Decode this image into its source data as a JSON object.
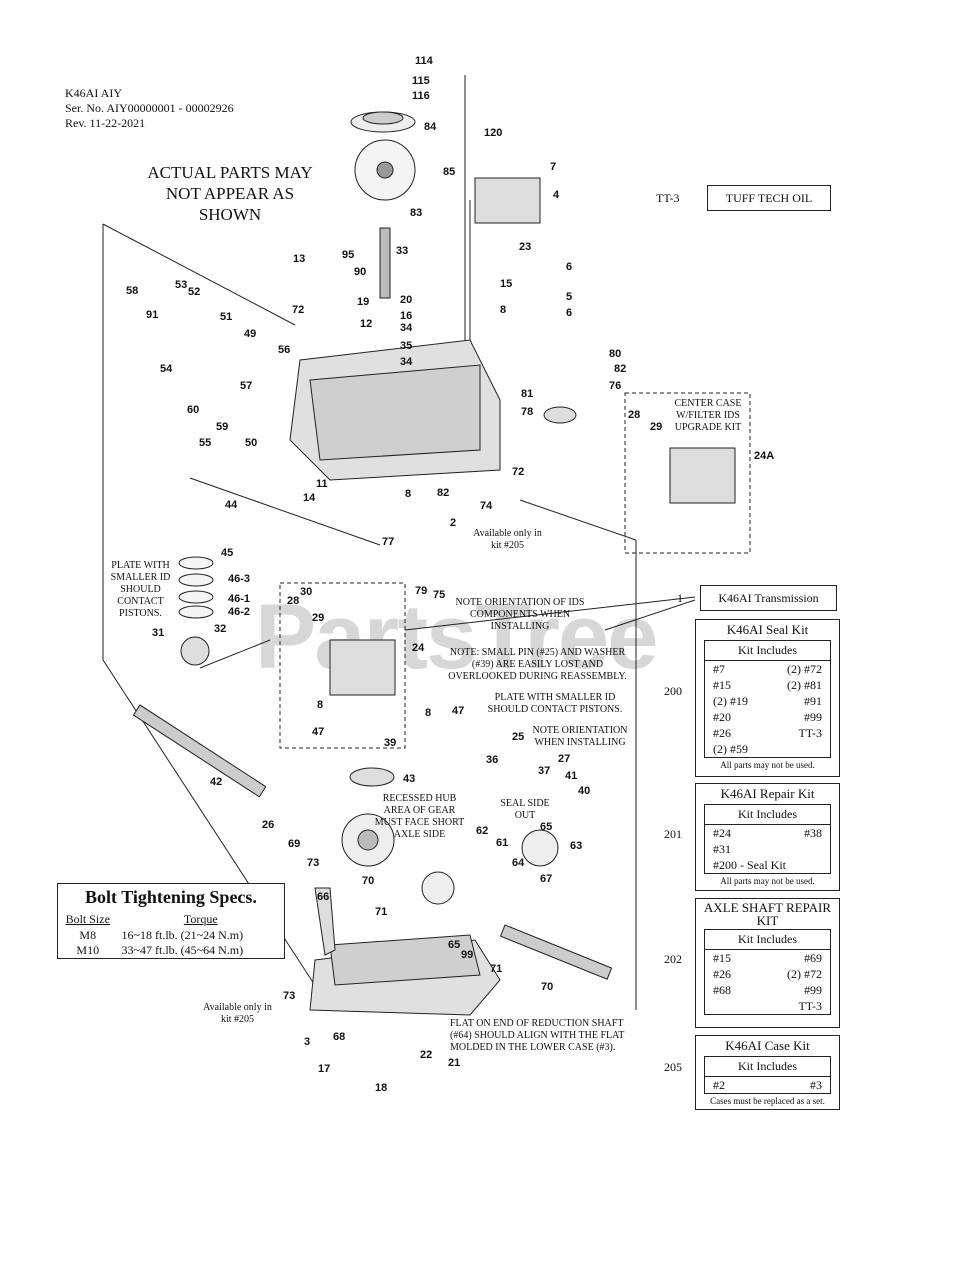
{
  "header": {
    "line1": "K46AI AIY",
    "line2": "Ser. No. AIY00000001 - 00002926",
    "line3": "Rev. 11-22-2021"
  },
  "actual_parts": "ACTUAL PARTS MAY NOT APPEAR AS SHOWN",
  "watermark": "PartsTree",
  "tt3": {
    "ref": "TT-3",
    "label": "TUFF TECH OIL"
  },
  "transmission": {
    "ref": "1",
    "label": "K46AI Transmission"
  },
  "seal_kit": {
    "ref": "200",
    "title": "K46AI Seal Kit",
    "inner_header": "Kit Includes",
    "rows": [
      [
        "#7",
        "(2) #72"
      ],
      [
        "#15",
        "(2) #81"
      ],
      [
        "(2) #19",
        "#91"
      ],
      [
        "#20",
        "#99"
      ],
      [
        "#26",
        "TT-3"
      ],
      [
        "(2) #59",
        ""
      ]
    ],
    "footer": "All parts may not be used."
  },
  "repair_kit": {
    "ref": "201",
    "title": "K46AI Repair Kit",
    "inner_header": "Kit Includes",
    "rows": [
      [
        "#24",
        "#38"
      ],
      [
        "#31",
        ""
      ],
      [
        "#200 - Seal Kit",
        ""
      ]
    ],
    "footer": "All parts may not be used."
  },
  "axle_kit": {
    "ref": "202",
    "title": "AXLE SHAFT REPAIR KIT",
    "inner_header": "Kit Includes",
    "rows": [
      [
        "#15",
        "#69"
      ],
      [
        "#26",
        "(2) #72"
      ],
      [
        "#68",
        "#99"
      ],
      [
        "",
        "TT-3"
      ]
    ]
  },
  "case_kit": {
    "ref": "205",
    "title": "K46AI Case Kit",
    "inner_header": "Kit Includes",
    "rows": [
      [
        "#2",
        "#3"
      ]
    ],
    "footer": "Cases must be replaced as a set."
  },
  "bolt_specs": {
    "title": "Bolt Tightening Specs.",
    "col1": "Bolt Size",
    "col2": "Torque",
    "rows": [
      [
        "M8",
        "16~18 ft.lb. (21~24 N.m)"
      ],
      [
        "M10",
        "33~47 ft.lb. (45~64 N.m)"
      ]
    ]
  },
  "notes": {
    "center_case": "CENTER CASE W/FILTER IDS UPGRADE KIT",
    "ids_orientation": "NOTE ORIENTATION OF IDS COMPONENTS WHEN INSTALLING",
    "small_pin": "NOTE: SMALL PIN (#25) AND WASHER (#39) ARE EASILY LOST AND OVERLOOKED DURING REASSEMBLY.",
    "plate_smaller_right": "PLATE WITH SMALLER ID SHOULD CONTACT PISTONS.",
    "plate_smaller_left": "PLATE WITH SMALLER ID SHOULD CONTACT PISTONS.",
    "orientation_install": "NOTE ORIENTATION WHEN INSTALLING",
    "recessed_hub": "RECESSED HUB AREA OF GEAR MUST FACE SHORT AXLE SIDE",
    "seal_side": "SEAL SIDE OUT",
    "avail_205_top": "Available only in kit #205",
    "avail_205_bottom": "Available only in kit #205",
    "flat_end": "FLAT ON END OF REDUCTION SHAFT (#64) SHOULD ALIGN WITH THE FLAT MOLDED IN THE LOWER CASE (#3)."
  },
  "callouts": [
    "114",
    "115",
    "116",
    "84",
    "120",
    "85",
    "83",
    "7",
    "4",
    "33",
    "95",
    "90",
    "13",
    "23",
    "6",
    "15",
    "5",
    "8",
    "6",
    "58",
    "53",
    "52",
    "91",
    "51",
    "19",
    "20",
    "72",
    "16",
    "12",
    "34",
    "49",
    "35",
    "34",
    "54",
    "56",
    "57",
    "80",
    "82",
    "76",
    "81",
    "78",
    "60",
    "55",
    "59",
    "50",
    "28",
    "29",
    "24A",
    "11",
    "14",
    "8",
    "82",
    "74",
    "72",
    "44",
    "45",
    "46-3",
    "46-1",
    "46-2",
    "31",
    "32",
    "77",
    "2",
    "79",
    "75",
    "8",
    "47",
    "28",
    "30",
    "29",
    "24",
    "8",
    "47",
    "25",
    "39",
    "36",
    "27",
    "37",
    "41",
    "40",
    "43",
    "42",
    "26",
    "69",
    "73",
    "70",
    "71",
    "62",
    "61",
    "64",
    "65",
    "67",
    "63",
    "66",
    "65",
    "99",
    "71",
    "70",
    "73",
    "68",
    "3",
    "17",
    "18",
    "22",
    "21",
    "17",
    "18"
  ]
}
